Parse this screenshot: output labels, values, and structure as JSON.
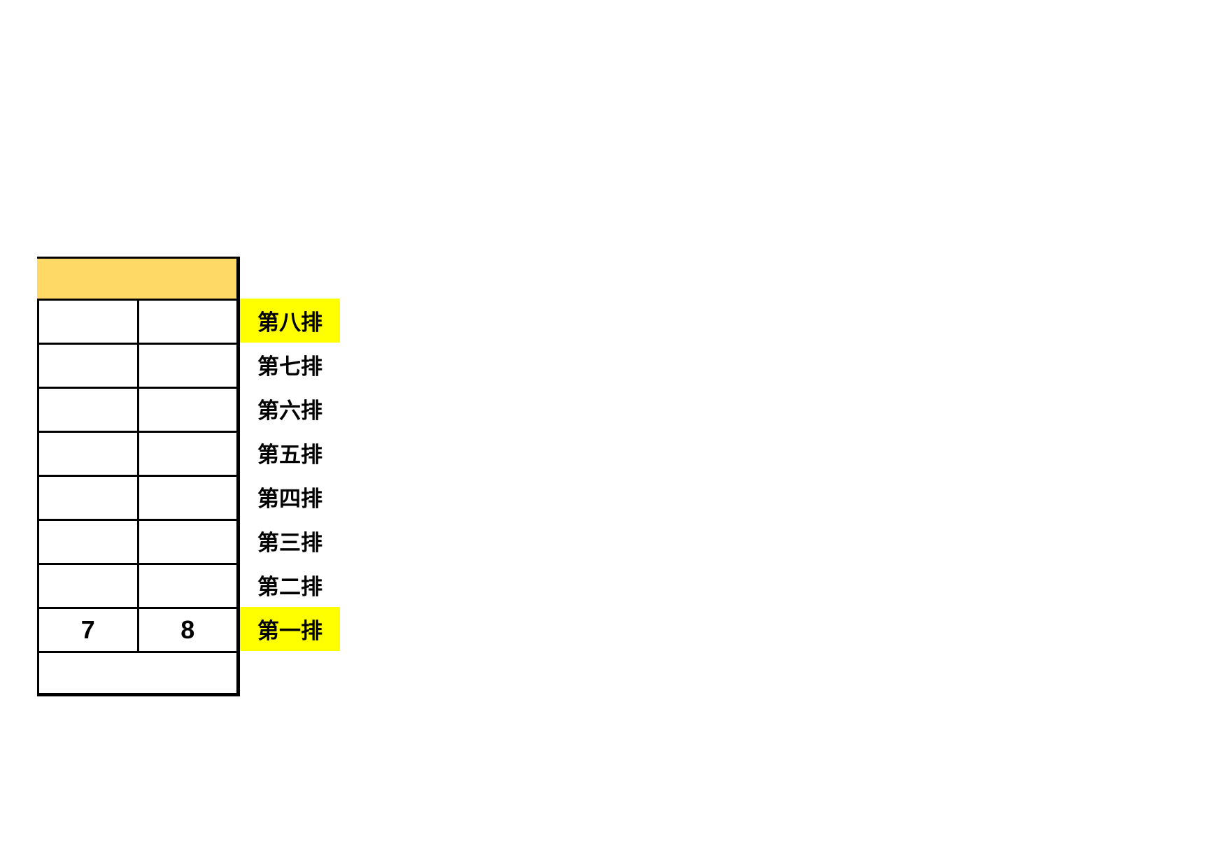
{
  "page": {
    "background_color": "#FFFFFF"
  },
  "seating_table": {
    "header": {
      "text": "",
      "fill_color": "#FFD966"
    },
    "border_color": "#000000",
    "text_color": "#000000",
    "label_highlight_color": "#FFFF00",
    "rows": [
      {
        "col1": "",
        "col2": "",
        "row_label": "第八排",
        "label_highlighted": true
      },
      {
        "col1": "",
        "col2": "",
        "row_label": "第七排",
        "label_highlighted": false
      },
      {
        "col1": "",
        "col2": "",
        "row_label": "第六排",
        "label_highlighted": false
      },
      {
        "col1": "",
        "col2": "",
        "row_label": "第五排",
        "label_highlighted": false
      },
      {
        "col1": "",
        "col2": "",
        "row_label": "第四排",
        "label_highlighted": false
      },
      {
        "col1": "",
        "col2": "",
        "row_label": "第三排",
        "label_highlighted": false
      },
      {
        "col1": "",
        "col2": "",
        "row_label": "第二排",
        "label_highlighted": false
      },
      {
        "col1": "7",
        "col2": "8",
        "row_label": "第一排",
        "label_highlighted": true
      }
    ]
  }
}
